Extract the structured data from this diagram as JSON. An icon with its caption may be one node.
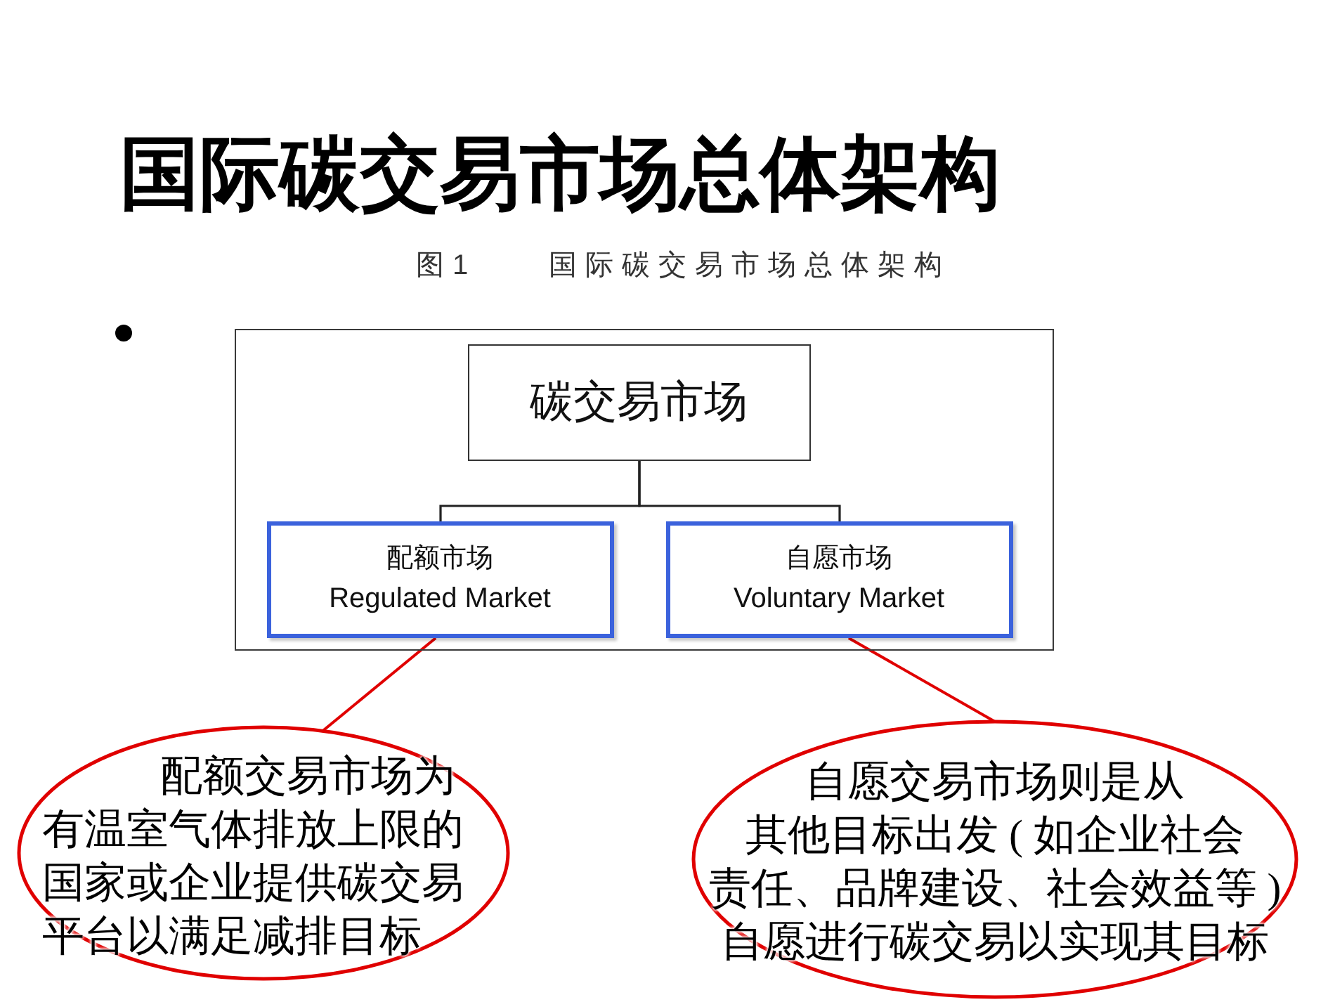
{
  "diagram": {
    "title": "国际碳交易市场总体架构",
    "caption": "图1 国际碳交易市场总体架构",
    "nodes": [
      {
        "text": [],
        "shape": "box"
      },
      {
        "text": [
          "碳交易市场"
        ],
        "in": 0
      },
      {
        "text": [
          "配额市场",
          "Regulated Market"
        ],
        "in": 0
      },
      {
        "text": [
          "自愿市场",
          "Voluntary Market"
        ],
        "in": 0
      },
      {
        "text": [
          "配额交易市场为有温室气体排放上限的国家或企业提供碳交易平台以满足减排目标"
        ]
      },
      {
        "text": [
          "自愿交易市场则是从其他目标出发 ( 如企业社会责任、品牌建设、社会效益等 )自愿进行碳交易以实现其目标"
        ]
      }
    ],
    "edges": [
      {
        "from": 1,
        "to": 2,
        "arrow": "none"
      },
      {
        "from": 1,
        "to": 3,
        "arrow": "none"
      },
      {
        "from": 4,
        "to": 2,
        "arrow": "none",
        "color": "#e00000"
      },
      {
        "from": 5,
        "to": 3,
        "arrow": "none",
        "color": "#e00000"
      }
    ]
  }
}
